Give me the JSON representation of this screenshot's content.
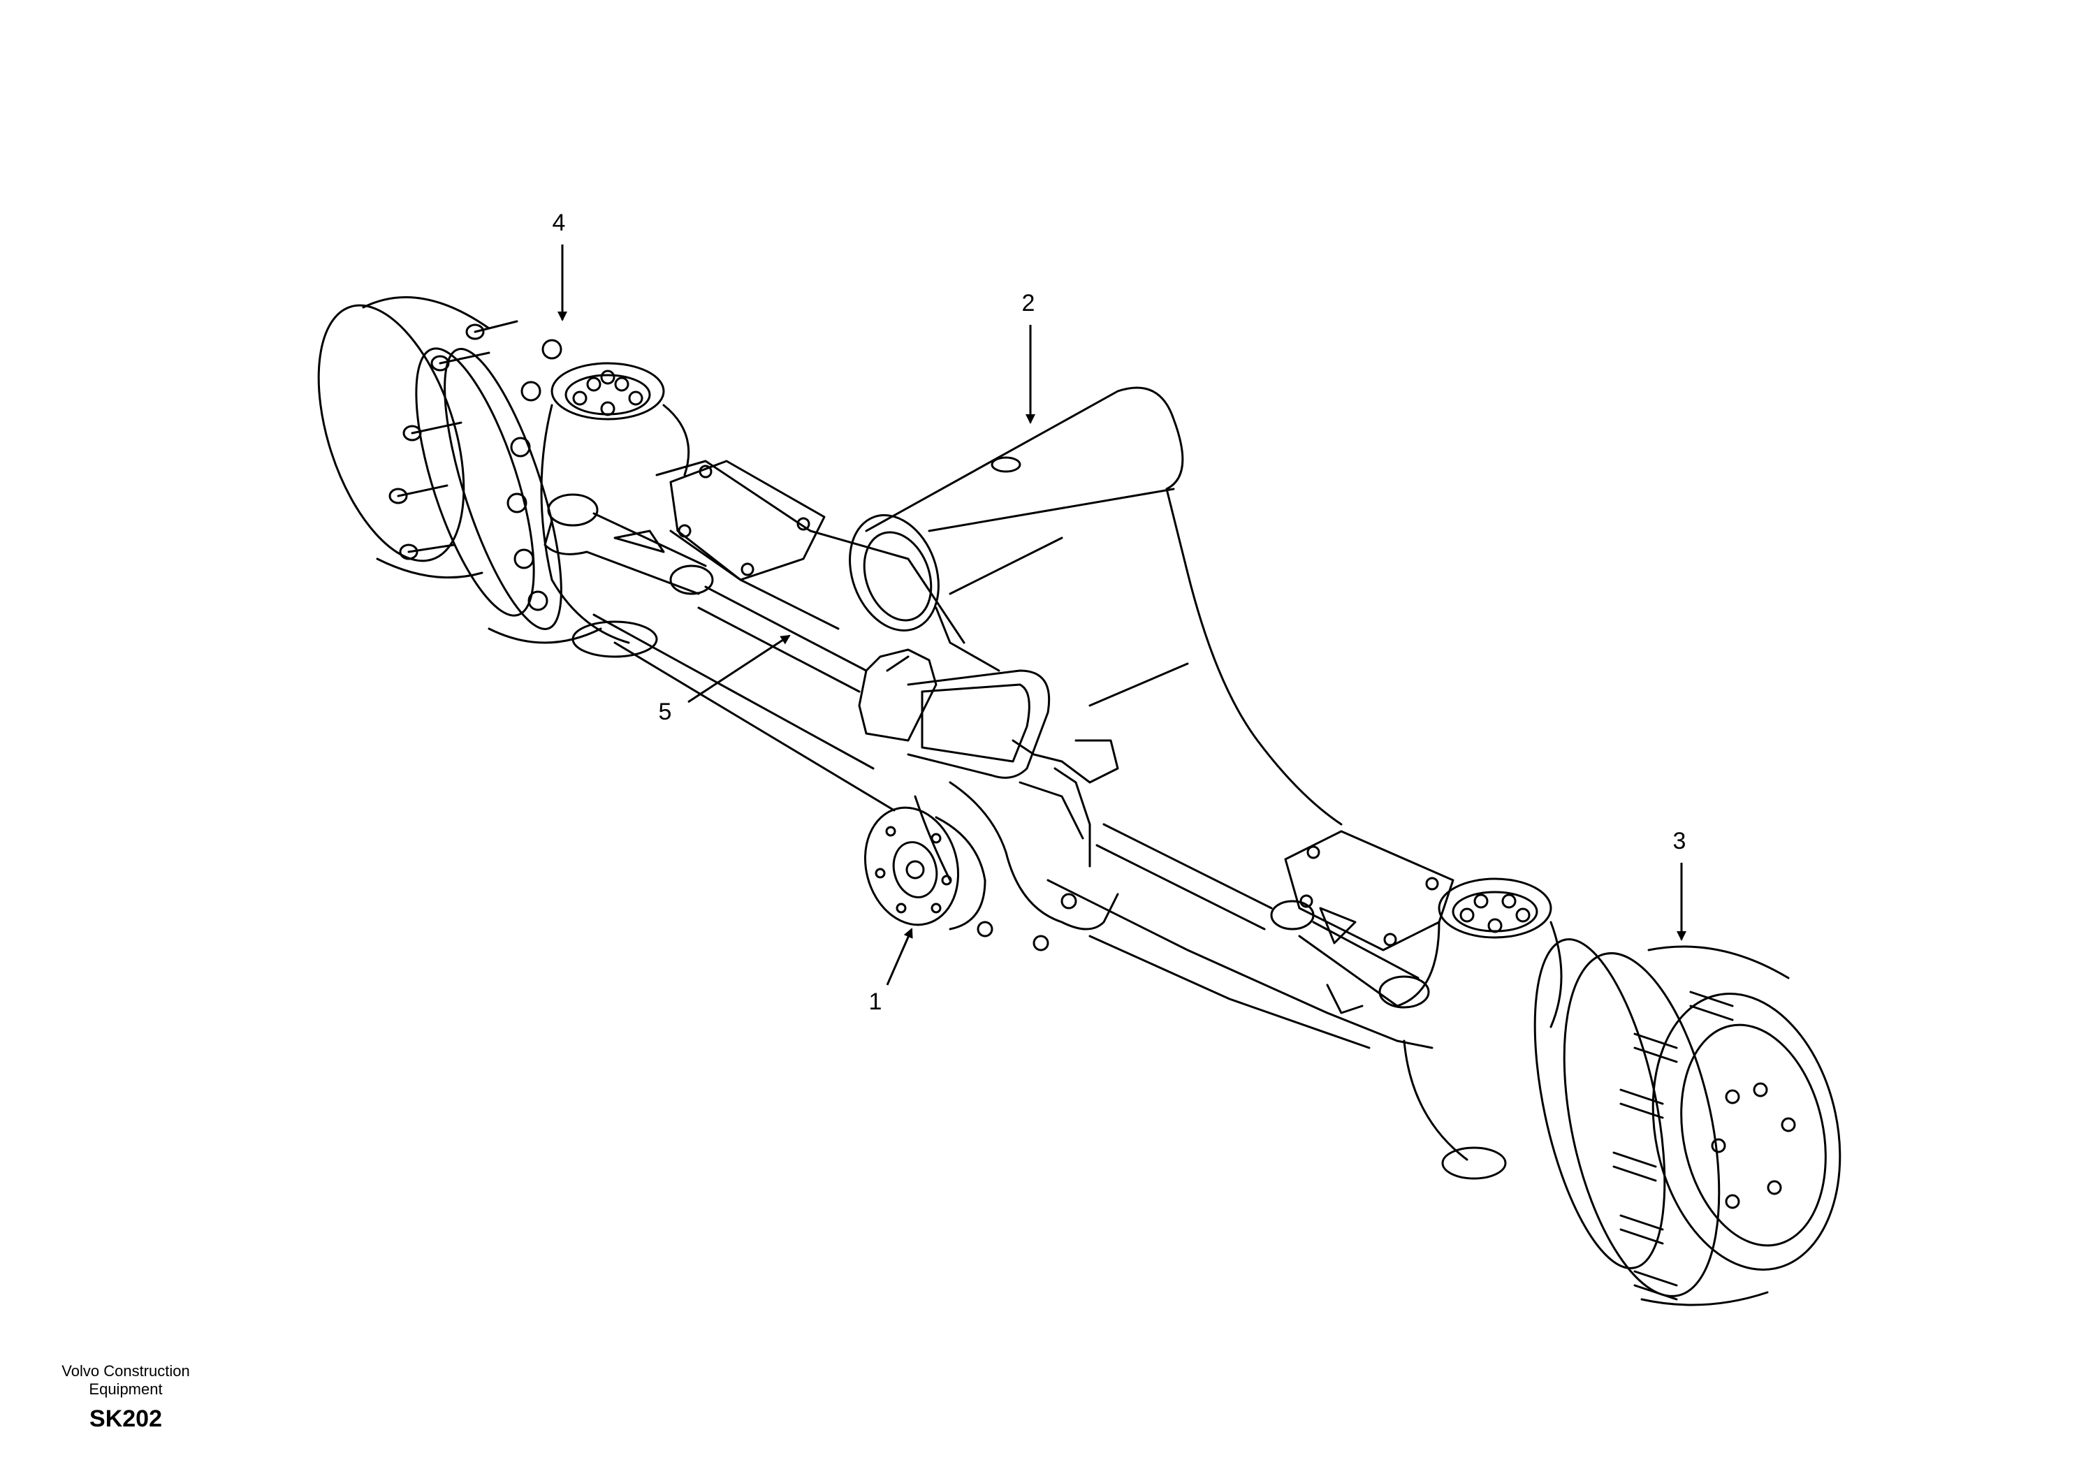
{
  "diagram": {
    "callouts": [
      {
        "id": "1",
        "label": "1"
      },
      {
        "id": "2",
        "label": "2"
      },
      {
        "id": "3",
        "label": "3"
      },
      {
        "id": "4",
        "label": "4"
      },
      {
        "id": "5",
        "label": "5"
      }
    ]
  },
  "footer": {
    "brand_line1": "Volvo Construction",
    "brand_line2": "Equipment",
    "drawing_code": "SK202"
  },
  "colors": {
    "line": "#000000",
    "background": "#ffffff"
  }
}
